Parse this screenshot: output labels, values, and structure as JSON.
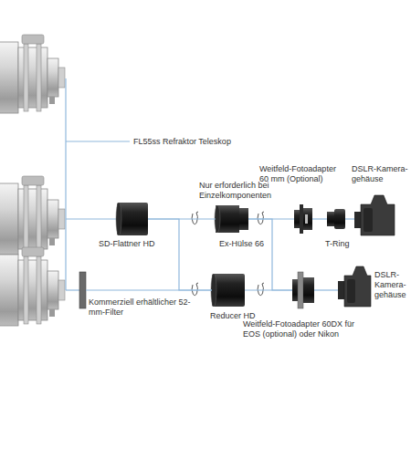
{
  "diagram": {
    "nodes": [
      {
        "text": [
          "SD-Flattner HD"
        ]
      },
      {
        "text": [
          "Ex-Hülse 66"
        ]
      },
      {
        "text": [
          "Weitfeld-Fotoadapter 60 mm (Optional)"
        ]
      },
      {
        "text": [
          "T-Ring"
        ]
      },
      {
        "text": [
          "DSLR-Kamera- gehäuse"
        ]
      },
      {
        "text": [
          "Kommerziell erhältlicher 52-mm-Filter"
        ]
      },
      {
        "text": [
          "Reducer HD"
        ]
      },
      {
        "text": [
          "Weitfeld-Fotoadapter 60DX für EOS (optional) oder Nikon"
        ]
      },
      {
        "text": [
          "DSLR- Kamera- gehäuse"
        ]
      }
    ],
    "edges": [
      {
        "from": 0,
        "to": 1,
        "arrow": "none"
      },
      {
        "from": 1,
        "to": 2,
        "arrow": "none"
      },
      {
        "from": 2,
        "to": 3,
        "arrow": "none"
      },
      {
        "from": 3,
        "to": 4,
        "arrow": "none"
      },
      {
        "from": 0,
        "to": 6,
        "arrow": "none"
      },
      {
        "from": 5,
        "to": 6,
        "arrow": "none"
      },
      {
        "from": 6,
        "to": 7,
        "arrow": "none"
      },
      {
        "from": 7,
        "to": 8,
        "arrow": "none"
      },
      {
        "from": 1,
        "to": 7,
        "arrow": "none"
      }
    ],
    "labels": [
      "FL55ss Refraktor Teleskop",
      "Nur erforderlich bei Einzelkomponenten"
    ]
  }
}
